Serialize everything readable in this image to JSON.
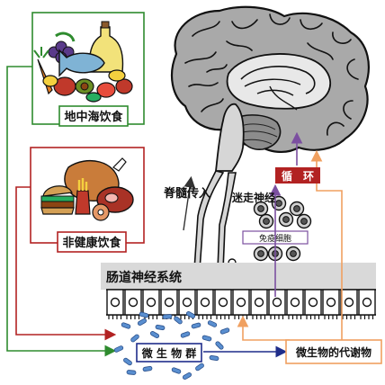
{
  "labels": {
    "mediterranean_diet": "地中海饮食",
    "unhealthy_diet": "非健康饮食",
    "spinal_afferent": "脊髓传入",
    "vagus_nerve": "迷走神经",
    "circulation": "循　环",
    "immune_cells": "免疫细胞",
    "enteric_nervous_system": "肠道神经系统",
    "microbiota": "微 生 物 群",
    "microbial_metabolites": "微生物的代谢物"
  },
  "colors": {
    "green_path": "#2e8b2e",
    "red_path": "#b22222",
    "blue_path": "#1f2d8a",
    "orange_path": "#f0a060",
    "purple_path": "#7b4fa0",
    "circulation_fill": "#b22222",
    "brain_gray": "#9a9a9a",
    "ens_band": "#d9d9d9",
    "microbe_blue": "#5a8fd0"
  }
}
